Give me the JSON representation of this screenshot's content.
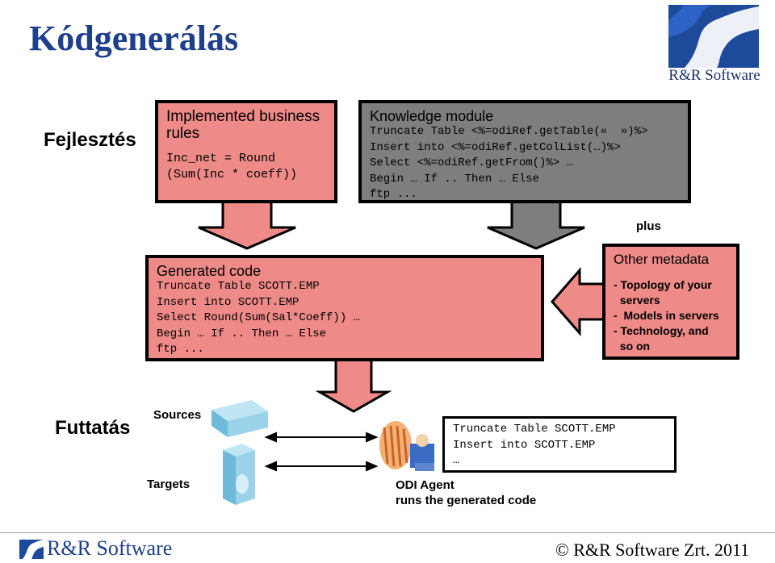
{
  "header": {
    "title": "Kódgenerálás",
    "logo_text": "R&R Software"
  },
  "sections": {
    "development": "Fejlesztés",
    "execution": "Futtatás"
  },
  "business_rules": {
    "title": "Implemented business rules",
    "code": [
      "Inc_net = Round",
      "(Sum(Inc * coeff))"
    ]
  },
  "knowledge_module": {
    "title": "Knowledge module",
    "code": [
      "Truncate Table <%=odiRef.getTable(«  »)%>",
      "Insert into <%=odiRef.getColList(…)%>",
      "Select <%=odiRef.getFrom()%> …",
      "Begin … If .. Then … Else",
      "ftp ..."
    ]
  },
  "plus_label": "plus",
  "generated_code": {
    "title": "Generated code",
    "code": [
      "Truncate Table SCOTT.EMP",
      "Insert into SCOTT.EMP",
      "Select Round(Sum(Sal*Coeff)) …",
      "Begin … If .. Then … Else",
      "ftp ..."
    ]
  },
  "other_metadata": {
    "title": "Other metadata",
    "items": [
      "- Topology of your",
      "  servers",
      "-  Models in servers",
      "- Technology, and",
      "  so on"
    ]
  },
  "runtime": {
    "sources_label": "Sources",
    "targets_label": "Targets",
    "agent_label_1": "ODI Agent",
    "agent_label_2": "runs the generated code",
    "code": [
      "Truncate Table SCOTT.EMP",
      "Insert into SCOTT.EMP",
      "…"
    ]
  },
  "footer": {
    "brand": "R&R Software",
    "copyright": "© R&R Software Zrt. 2011"
  },
  "colors": {
    "pink": "#ee8a87",
    "gray": "#7d7e80",
    "brand_blue": "#1e3f8c"
  }
}
